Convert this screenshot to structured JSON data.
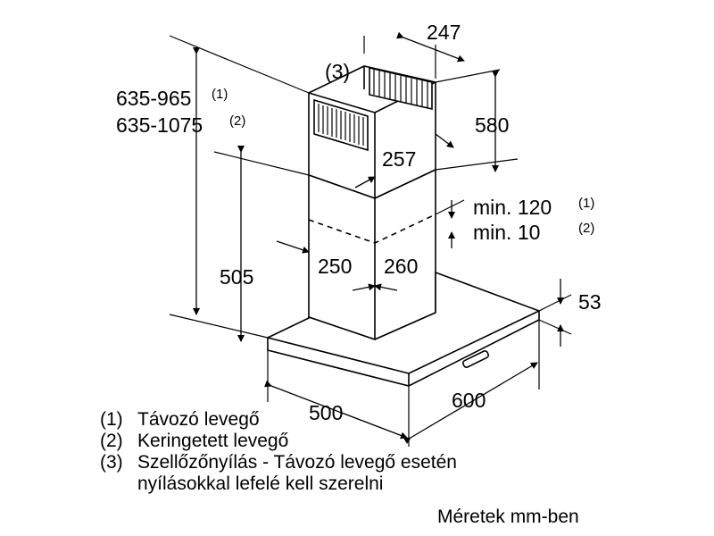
{
  "dimensions": {
    "duct_width": "247",
    "marker_3": "(3)",
    "height_range_1": "635-965",
    "height_range_1_note": "(1)",
    "height_range_2": "635-1075",
    "height_range_2_note": "(2)",
    "upper_duct_height": "580",
    "duct_inner_depth": "257",
    "min_gap_1": "min. 120",
    "min_gap_1_note": "(1)",
    "min_gap_2": "min. 10",
    "min_gap_2_note": "(2)",
    "lower_duct_height": "505",
    "lower_duct_width": "250",
    "lower_duct_depth": "260",
    "canopy_height": "53",
    "canopy_depth": "500",
    "canopy_width": "600"
  },
  "legend": [
    {
      "num": "(1)",
      "text": "Távozó levegő"
    },
    {
      "num": "(2)",
      "text": "Keringetett levegő"
    },
    {
      "num": "(3)",
      "text": "Szellőzőnyílás - Távozó levegő esetén",
      "cont": "nyílásokkal lefelé kell szerelni"
    }
  ],
  "units_note": "Méretek mm-ben"
}
